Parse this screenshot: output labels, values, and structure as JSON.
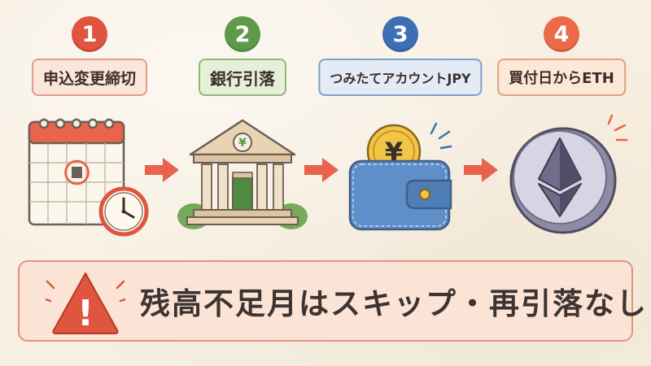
{
  "steps": [
    {
      "number": "1",
      "label": "申込変更締切",
      "icon": "calendar-clock-icon",
      "color": "#e0553f",
      "label_bg": "#fbe6db",
      "label_border": "#e39b86"
    },
    {
      "number": "2",
      "label": "銀行引落",
      "icon": "bank-icon",
      "color": "#5e9a4a",
      "label_bg": "#e6f0d9",
      "label_border": "#8fb877"
    },
    {
      "number": "3",
      "label": "つみたてアカウントJPY",
      "icon": "wallet-yen-coin-icon",
      "color": "#3e6fb5",
      "label_bg": "#e3ebf6",
      "label_border": "#7f9fcd"
    },
    {
      "number": "4",
      "label": "買付日からETH",
      "icon": "ethereum-coin-icon",
      "color": "#ea6a4a",
      "label_bg": "#fbe8d7",
      "label_border": "#e3a07c"
    }
  ],
  "bank_symbol": "¥",
  "coin_symbol": "¥",
  "warning": {
    "icon": "warning-triangle-icon",
    "mark": "!",
    "text": "残高不足月はスキップ・再引落なし",
    "color": "#e0553f"
  },
  "arrow_color": "#e9624b"
}
